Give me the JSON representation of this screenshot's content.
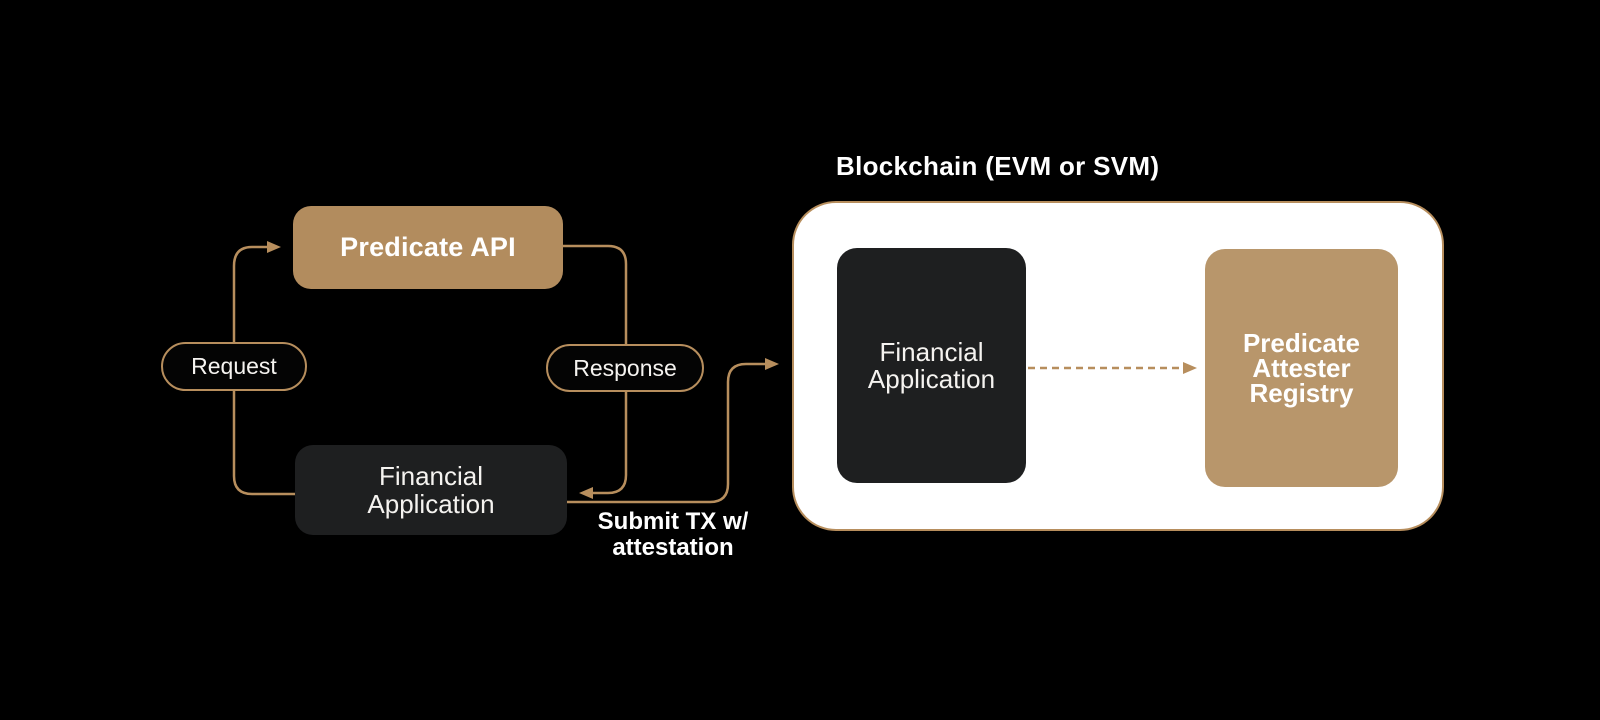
{
  "diagram": {
    "api_flow": {
      "predicate_api_label": "Predicate API",
      "request_label": "Request",
      "response_label": "Response",
      "financial_application": {
        "line1": "Financial",
        "line2": "Application"
      },
      "submit_note": {
        "line1": "Submit TX w/",
        "line2": "attestation"
      }
    },
    "blockchain": {
      "title": "Blockchain (EVM or SVM)",
      "financial_application": {
        "line1": "Financial",
        "line2": "Application"
      },
      "attester_registry": {
        "line1": "Predicate",
        "line2": "Attester",
        "line3": "Registry"
      }
    },
    "colors": {
      "background": "#000000",
      "tan": "#b28c5e",
      "tan_light": "#b8966b",
      "line": "#b78e5d",
      "dark_box": "#1e1f20",
      "panel": "#ffffff",
      "text": "#ffffff"
    }
  }
}
